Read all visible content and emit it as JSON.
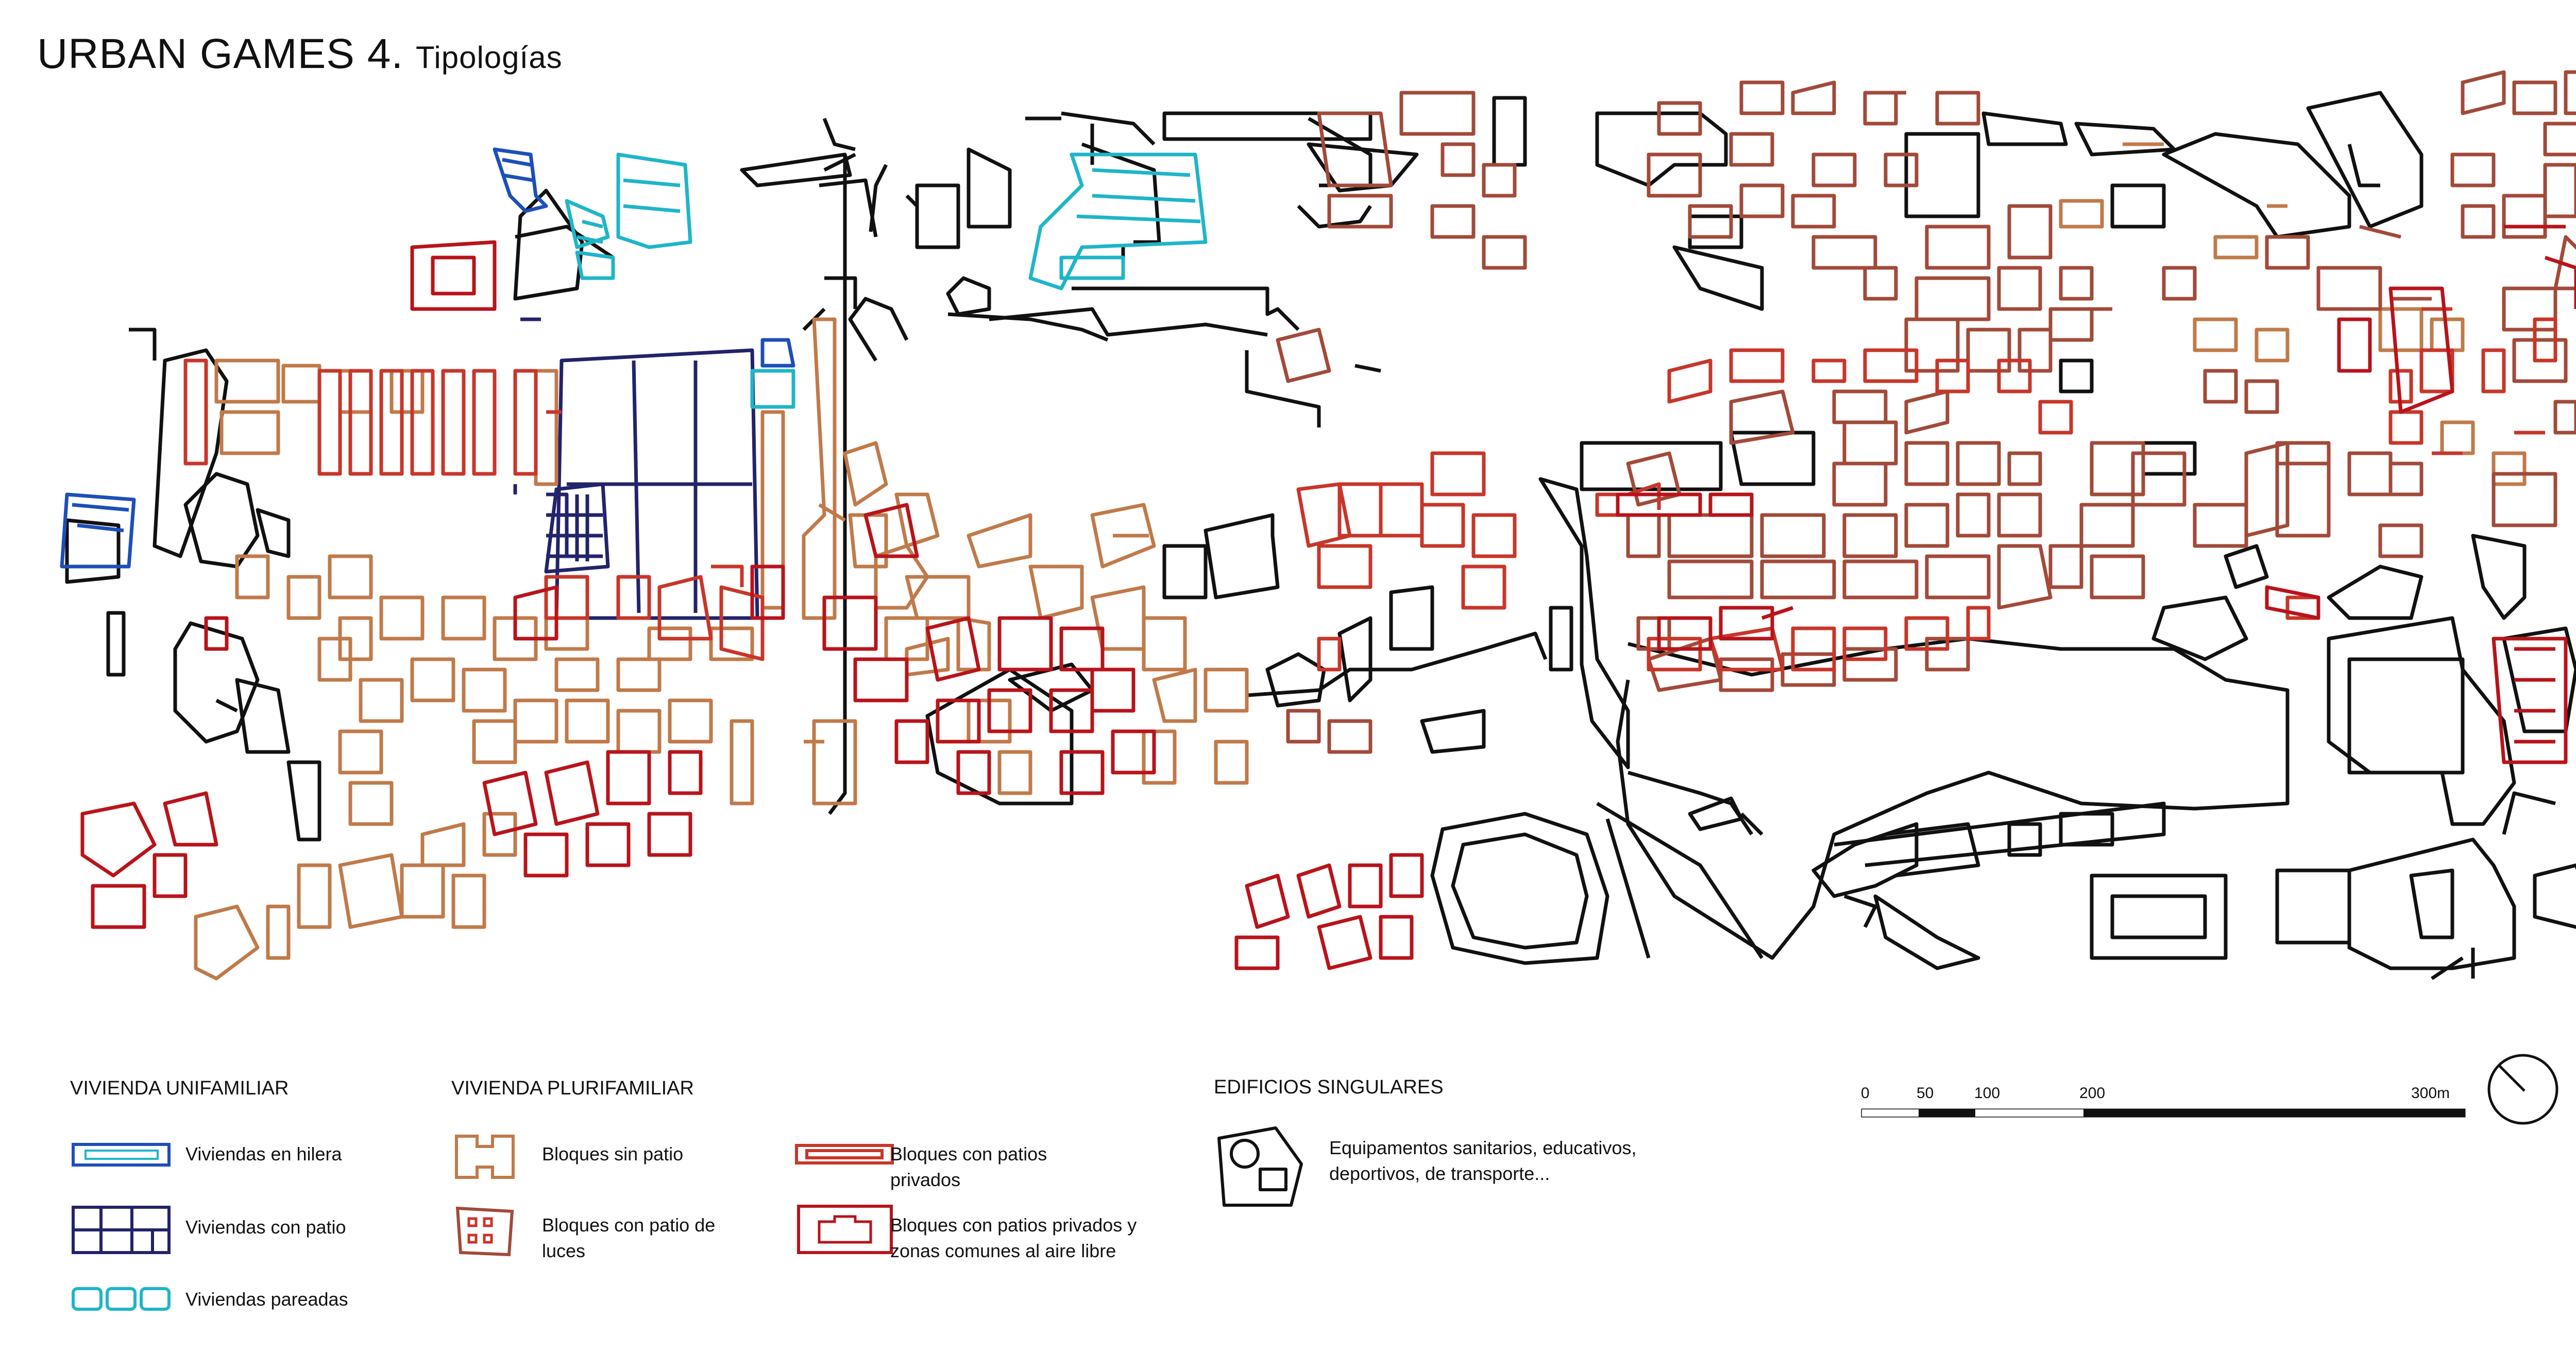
{
  "title": {
    "main": "URBAN GAMES 4.",
    "sub": "Tipologías"
  },
  "legend": {
    "unifamiliar": {
      "heading": "VIVIENDA UNIFAMILIAR",
      "items": [
        "Viviendas en hilera",
        "Viviendas con patio",
        "Viviendas pareadas"
      ]
    },
    "plurifamiliar": {
      "heading": "VIVIENDA PLURIFAMILIAR",
      "items": [
        "Bloques sin patio",
        "Bloques con patio de luces",
        "Bloques con patios privados",
        "Bloques con patios privados y zonas comunes al aire libre"
      ]
    },
    "singulares": {
      "heading": "EDIFICIOS SINGULARES",
      "items": [
        "Equipamentos sanitarios, educativos, deportivos, de transporte..."
      ]
    }
  },
  "scale_bar": {
    "labels": [
      "0",
      "50",
      "100",
      "200",
      "300m"
    ]
  },
  "north_arrow": {
    "icon": "north-arrow-icon"
  },
  "colors": {
    "hilera": "#1d4fb8",
    "con_patio": "#23236b",
    "pareadas": "#1fb5c8",
    "sin_patio": "#c07a4a",
    "patio_luces": "#a24a3a",
    "patios_privados": "#c8362a",
    "zonas_comunes": "#b8141b",
    "singulares": "#111111"
  }
}
